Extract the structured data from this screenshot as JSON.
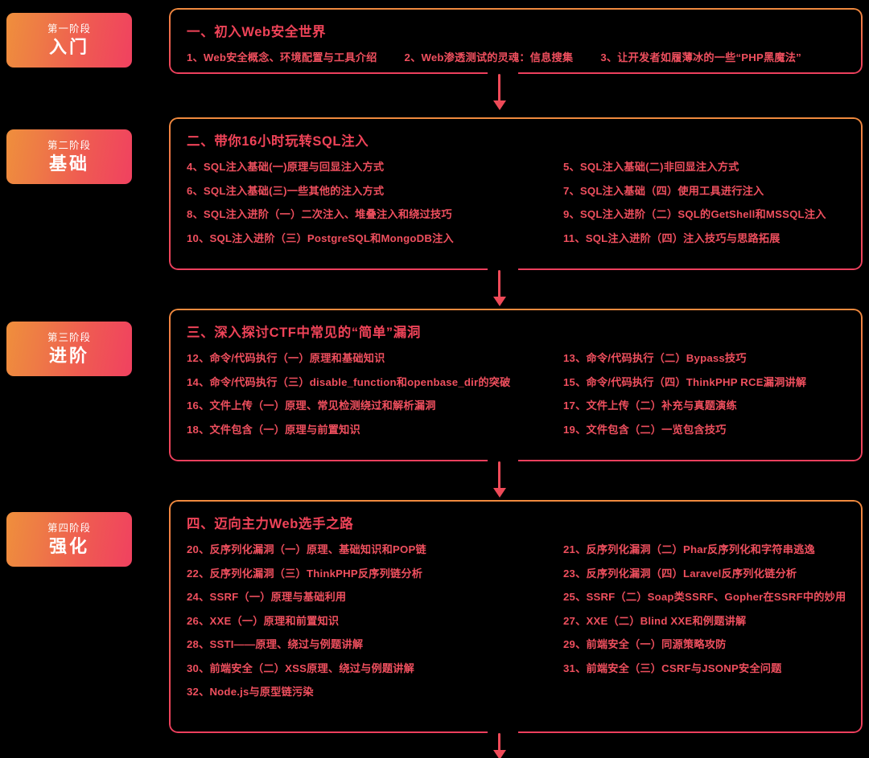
{
  "page": {
    "background": "#000000",
    "accent_orange": "#ef8f3c",
    "accent_red": "#f04160",
    "text_red": "#ef4f5e"
  },
  "stages": [
    {
      "badge": {
        "sub": "第一阶段",
        "main": "入门"
      },
      "title": "一、初入Web安全世界",
      "layout": "row",
      "items": [
        "1、Web安全概念、环境配置与工具介绍",
        "2、Web渗透测试的灵魂：信息搜集",
        "3、让开发者如履薄冰的一些“PHP黑魔法”"
      ]
    },
    {
      "badge": {
        "sub": "第二阶段",
        "main": "基础"
      },
      "title": "二、带你16小时玩转SQL注入",
      "layout": "grid",
      "items": [
        "4、SQL注入基础(一)原理与回显注入方式",
        "5、SQL注入基础(二)非回显注入方式",
        "6、SQL注入基础(三)一些其他的注入方式",
        "7、SQL注入基础（四）使用工具进行注入",
        "8、SQL注入进阶（一）二次注入、堆叠注入和绕过技巧",
        "9、SQL注入进阶（二）SQL的GetShell和MSSQL注入",
        "10、SQL注入进阶（三）PostgreSQL和MongoDB注入",
        "11、SQL注入进阶（四）注入技巧与思路拓展"
      ]
    },
    {
      "badge": {
        "sub": "第三阶段",
        "main": "进阶"
      },
      "title": "三、深入探讨CTF中常见的“简单”漏洞",
      "layout": "grid",
      "items": [
        "12、命令/代码执行（一）原理和基础知识",
        "13、命令/代码执行（二）Bypass技巧",
        "14、命令/代码执行（三）disable_function和openbase_dir的突破",
        "15、命令/代码执行（四）ThinkPHP RCE漏洞讲解",
        "16、文件上传（一）原理、常见检测绕过和解析漏洞",
        "17、文件上传（二）补充与真题演练",
        "18、文件包含（一）原理与前置知识",
        "19、文件包含（二）一览包含技巧"
      ]
    },
    {
      "badge": {
        "sub": "第四阶段",
        "main": "强化"
      },
      "title": "四、迈向主力Web选手之路",
      "layout": "grid",
      "items": [
        "20、反序列化漏洞（一）原理、基础知识和POP链",
        "21、反序列化漏洞（二）Phar反序列化和字符串逃逸",
        "22、反序列化漏洞（三）ThinkPHP反序列链分析",
        "23、反序列化漏洞（四）Laravel反序列化链分析",
        "24、SSRF（一）原理与基础利用",
        "25、SSRF（二）Soap类SSRF、Gopher在SSRF中的妙用",
        "26、XXE（一）原理和前置知识",
        "27、XXE（二）Blind XXE和例题讲解",
        "28、SSTI——原理、绕过与例题讲解",
        "29、前端安全（一）同源策略攻防",
        "30、前端安全（二）XSS原理、绕过与例题讲解",
        "31、前端安全（三）CSRF与JSONP安全问题",
        "32、Node.js与原型链污染"
      ]
    }
  ],
  "connectors": [
    {
      "name": "arrow-stage1-to-stage2"
    },
    {
      "name": "arrow-stage2-to-stage3"
    },
    {
      "name": "arrow-stage3-to-stage4"
    },
    {
      "name": "arrow-stage4-to-next"
    }
  ]
}
